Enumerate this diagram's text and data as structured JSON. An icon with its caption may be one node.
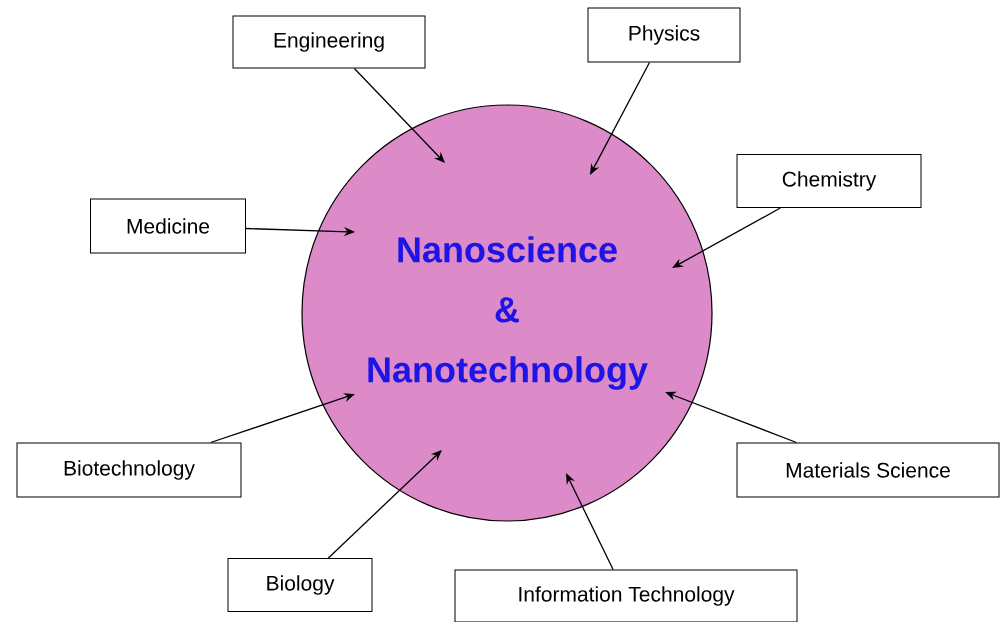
{
  "diagram": {
    "nodes": [
      {
        "text": [
          "Nanoscience & Nanotechnology"
        ]
      },
      {
        "text": [
          "Engineering"
        ]
      },
      {
        "text": [
          "Physics"
        ]
      },
      {
        "text": [
          "Chemistry"
        ]
      },
      {
        "text": [
          "Medicine"
        ]
      },
      {
        "text": [
          "Biotechnology"
        ]
      },
      {
        "text": [
          "Materials Science"
        ]
      },
      {
        "text": [
          "Biology"
        ]
      },
      {
        "text": [
          "Information Technology"
        ]
      }
    ],
    "edges": [
      {
        "from": 1,
        "to": 0,
        "arrow": "to"
      },
      {
        "from": 2,
        "to": 0,
        "arrow": "to"
      },
      {
        "from": 3,
        "to": 0,
        "arrow": "to"
      },
      {
        "from": 4,
        "to": 0,
        "arrow": "to"
      },
      {
        "from": 5,
        "to": 0,
        "arrow": "to"
      },
      {
        "from": 6,
        "to": 0,
        "arrow": "to"
      },
      {
        "from": 7,
        "to": 0,
        "arrow": "to"
      },
      {
        "from": 8,
        "to": 0,
        "arrow": "to"
      }
    ]
  }
}
